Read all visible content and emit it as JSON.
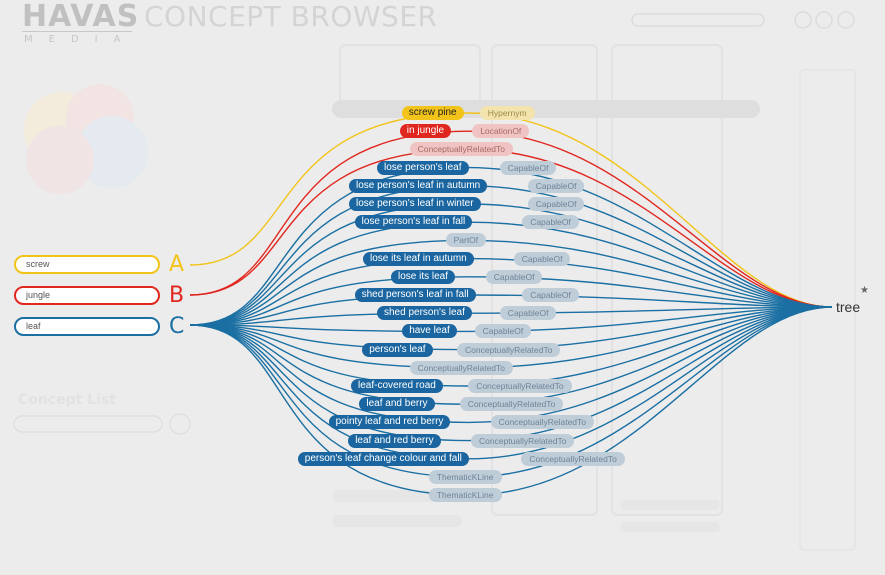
{
  "header": {
    "logo": "HAVAS",
    "logo_sub": "MEDIA",
    "title": "CONCEPT BROWSER"
  },
  "background": {
    "concept_list_label": "Concept List"
  },
  "colors": {
    "a": "#f2c318",
    "b": "#e0271f",
    "c": "#1a6fa3",
    "concept_blue": "#1b66a0",
    "relation_blue": "#bfcdd9"
  },
  "inputs": [
    {
      "letter": "A",
      "value": "screw",
      "color": "#f2c318"
    },
    {
      "letter": "B",
      "value": "jungle",
      "color": "#e0271f"
    },
    {
      "letter": "C",
      "value": "leaf",
      "color": "#1a6fa3"
    }
  ],
  "target": {
    "label": "tree",
    "star": "★"
  },
  "rows": [
    {
      "concept": "screw pine",
      "relation": "Hypernym",
      "source": "A"
    },
    {
      "concept": "in jungle",
      "relation": "LocationOf",
      "source": "B"
    },
    {
      "concept": "",
      "relation": "ConceptuallyRelatedTo",
      "source": "B"
    },
    {
      "concept": "lose person's leaf",
      "relation": "CapableOf",
      "source": "C"
    },
    {
      "concept": "lose person's leaf in autumn",
      "relation": "CapableOf",
      "source": "C"
    },
    {
      "concept": "lose person's leaf in winter",
      "relation": "CapableOf",
      "source": "C"
    },
    {
      "concept": "lose person's leaf in fall",
      "relation": "CapableOf",
      "source": "C"
    },
    {
      "concept": "",
      "relation": "PartOf",
      "source": "C"
    },
    {
      "concept": "lose its leaf in autumn",
      "relation": "CapableOf",
      "source": "C"
    },
    {
      "concept": "lose its leaf",
      "relation": "CapableOf",
      "source": "C"
    },
    {
      "concept": "shed person's leaf in fall",
      "relation": "CapableOf",
      "source": "C"
    },
    {
      "concept": "shed person's leaf",
      "relation": "CapableOf",
      "source": "C"
    },
    {
      "concept": "have leaf",
      "relation": "CapableOf",
      "source": "C"
    },
    {
      "concept": "person's leaf",
      "relation": "ConceptuallyRelatedTo",
      "source": "C"
    },
    {
      "concept": "",
      "relation": "ConceptuallyRelatedTo",
      "source": "C"
    },
    {
      "concept": "leaf-covered road",
      "relation": "ConceptuallyRelatedTo",
      "source": "C"
    },
    {
      "concept": "leaf and berry",
      "relation": "ConceptuallyRelatedTo",
      "source": "C"
    },
    {
      "concept": "pointy leaf and red berry",
      "relation": "ConceptuallyRelatedTo",
      "source": "C"
    },
    {
      "concept": "leaf and red berry",
      "relation": "ConceptuallyRelatedTo",
      "source": "C"
    },
    {
      "concept": "person's leaf change colour and fall",
      "relation": "ConceptuallyRelatedTo",
      "source": "C"
    },
    {
      "concept": "",
      "relation": "ThematicKLine",
      "source": "C"
    },
    {
      "concept": "",
      "relation": "ThematicKLine",
      "source": "C"
    }
  ]
}
